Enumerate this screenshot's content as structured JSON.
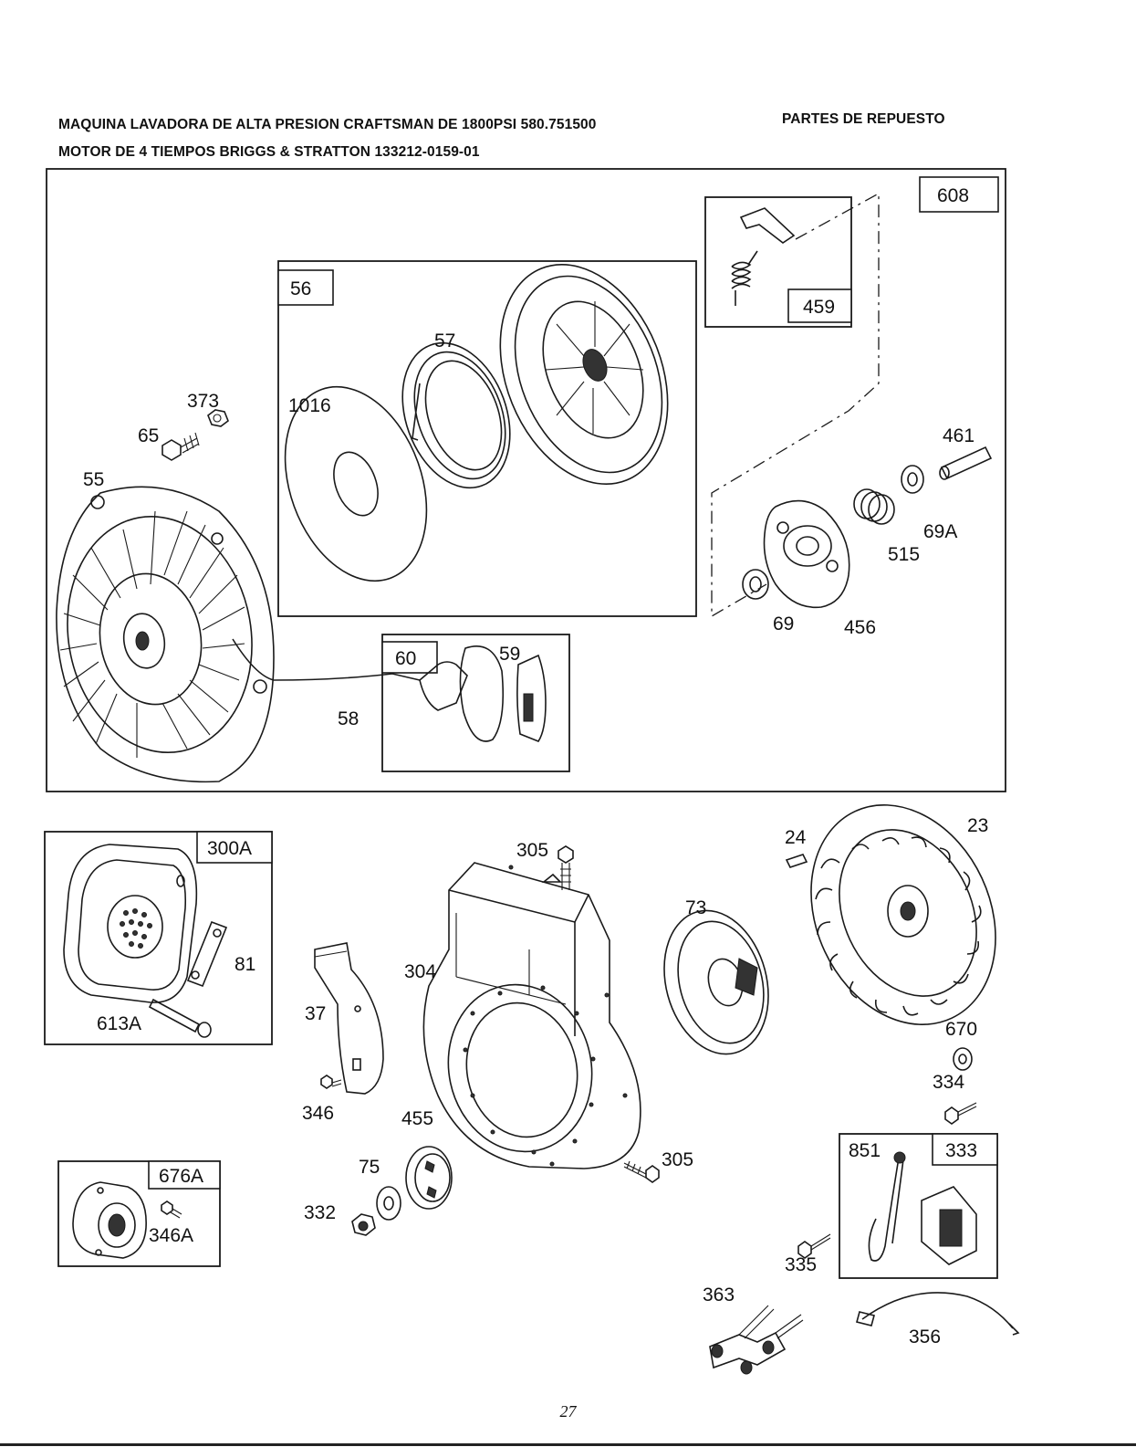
{
  "header": {
    "title_line1": "MAQUINA LAVADORA DE ALTA PRESION CRAFTSMAN DE 1800PSI 580.751500",
    "title_line2": "MOTOR DE 4 TIEMPOS BRIGGS & STRATTON 133212-0159-01",
    "section": "PARTES DE REPUESTO"
  },
  "assembly_tags": {
    "t608": "608",
    "t56": "56",
    "t459": "459",
    "t60": "60",
    "t300A": "300A",
    "t676A": "676A",
    "t333": "333"
  },
  "parts": {
    "p55": "55",
    "p65": "65",
    "p373": "373",
    "p1016": "1016",
    "p57": "57",
    "p461": "461",
    "p69A": "69A",
    "p515": "515",
    "p69": "69",
    "p456": "456",
    "p59": "59",
    "p58": "58",
    "p81": "81",
    "p613A": "613A",
    "p346A": "346A",
    "p305a": "305",
    "p304": "304",
    "p37": "37",
    "p346": "346",
    "p455": "455",
    "p75": "75",
    "p332": "332",
    "p305b": "305",
    "p73": "73",
    "p24": "24",
    "p23": "23",
    "p670": "670",
    "p334": "334",
    "p851": "851",
    "p335": "335",
    "p363": "363",
    "p356": "356"
  },
  "footer": {
    "page_number": "27"
  }
}
